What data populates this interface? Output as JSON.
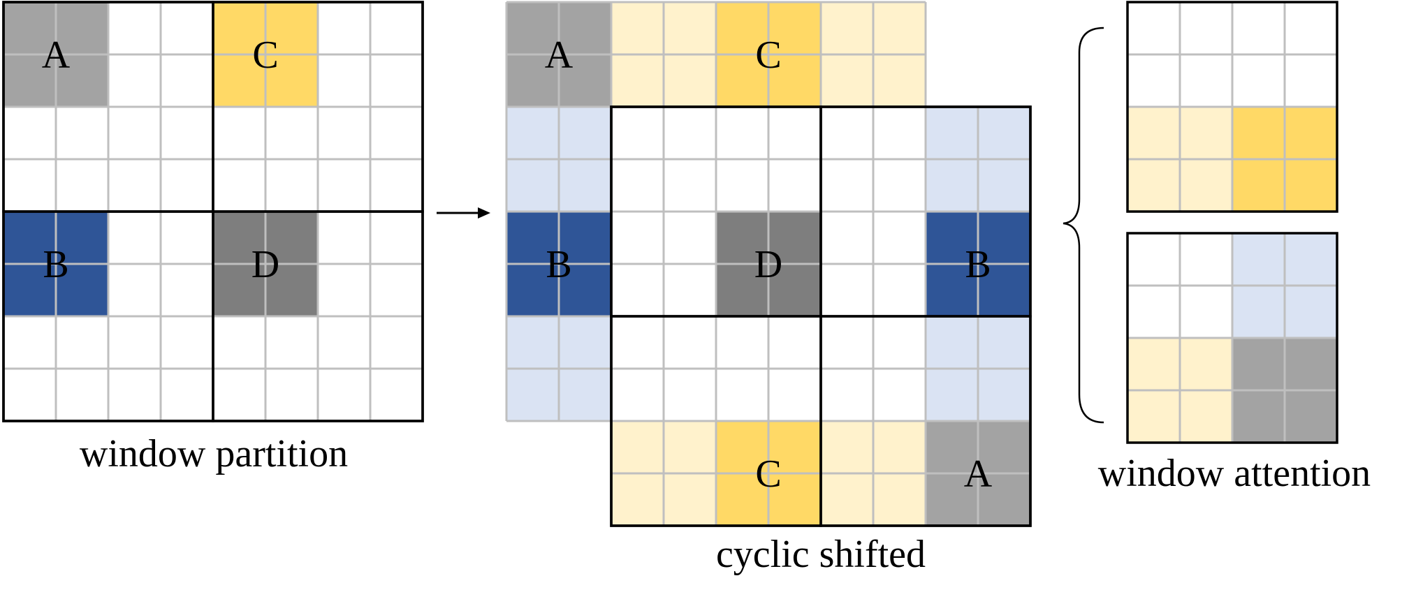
{
  "labels": {
    "window_partition": "window partition",
    "cyclic_shifted": "cyclic shifted",
    "window_attention": "window attention"
  },
  "colors": {
    "gray_light": "#a3a3a3",
    "gray_dark": "#7e7e7e",
    "yellow_dark": "#ffd966",
    "yellow_light": "#fff2cc",
    "blue_dark": "#2f5597",
    "blue_light": "#dae3f3",
    "white": "#ffffff",
    "grid_line": "#bfbfbf",
    "border": "#000000"
  },
  "window_partition": {
    "regions": [
      {
        "r": 0,
        "c": 0,
        "w": 2,
        "h": 2,
        "color": "gray_light",
        "label": "A"
      },
      {
        "r": 0,
        "c": 4,
        "w": 2,
        "h": 2,
        "color": "yellow_dark",
        "label": "C"
      },
      {
        "r": 4,
        "c": 0,
        "w": 2,
        "h": 2,
        "color": "blue_dark",
        "label": "B"
      },
      {
        "r": 4,
        "c": 4,
        "w": 2,
        "h": 2,
        "color": "gray_dark",
        "label": "D"
      }
    ]
  },
  "cyclic_shifted": {
    "regions": [
      {
        "r": 0,
        "c": 0,
        "w": 2,
        "h": 2,
        "color": "gray_light",
        "label": "A"
      },
      {
        "r": 0,
        "c": 2,
        "w": 2,
        "h": 2,
        "color": "yellow_light",
        "label": ""
      },
      {
        "r": 0,
        "c": 4,
        "w": 2,
        "h": 2,
        "color": "yellow_dark",
        "label": "C"
      },
      {
        "r": 0,
        "c": 6,
        "w": 2,
        "h": 2,
        "color": "yellow_light",
        "label": ""
      },
      {
        "r": 2,
        "c": 0,
        "w": 2,
        "h": 2,
        "color": "blue_light",
        "label": ""
      },
      {
        "r": 4,
        "c": 0,
        "w": 2,
        "h": 2,
        "color": "blue_dark",
        "label": "B"
      },
      {
        "r": 6,
        "c": 0,
        "w": 2,
        "h": 2,
        "color": "blue_light",
        "label": ""
      },
      {
        "r": 2,
        "c": 8,
        "w": 2,
        "h": 2,
        "color": "blue_light",
        "label": ""
      },
      {
        "r": 4,
        "c": 4,
        "w": 2,
        "h": 2,
        "color": "gray_dark",
        "label": "D"
      },
      {
        "r": 4,
        "c": 8,
        "w": 2,
        "h": 2,
        "color": "blue_dark",
        "label": "B"
      },
      {
        "r": 6,
        "c": 8,
        "w": 2,
        "h": 2,
        "color": "blue_light",
        "label": ""
      },
      {
        "r": 8,
        "c": 2,
        "w": 2,
        "h": 2,
        "color": "yellow_light",
        "label": ""
      },
      {
        "r": 8,
        "c": 4,
        "w": 2,
        "h": 2,
        "color": "yellow_dark",
        "label": "C"
      },
      {
        "r": 8,
        "c": 6,
        "w": 2,
        "h": 2,
        "color": "yellow_light",
        "label": ""
      },
      {
        "r": 8,
        "c": 8,
        "w": 2,
        "h": 2,
        "color": "gray_light",
        "label": "A"
      }
    ]
  },
  "window_attention": [
    {
      "regions": [
        {
          "r": 2,
          "c": 0,
          "w": 2,
          "h": 2,
          "color": "yellow_light"
        },
        {
          "r": 2,
          "c": 2,
          "w": 2,
          "h": 2,
          "color": "yellow_dark"
        }
      ]
    },
    {
      "regions": [
        {
          "r": 0,
          "c": 2,
          "w": 2,
          "h": 2,
          "color": "blue_light"
        },
        {
          "r": 2,
          "c": 0,
          "w": 2,
          "h": 2,
          "color": "yellow_light"
        },
        {
          "r": 2,
          "c": 2,
          "w": 2,
          "h": 2,
          "color": "gray_light"
        }
      ]
    }
  ]
}
